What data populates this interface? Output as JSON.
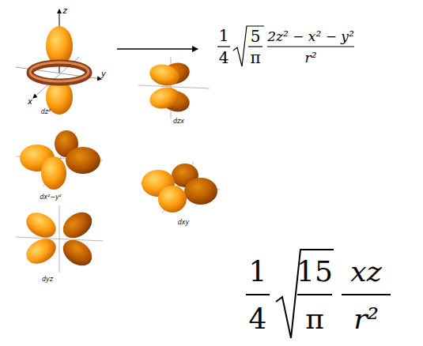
{
  "diagram": {
    "labels": [
      "z",
      "y",
      "x",
      "dz²",
      "dx²−y²",
      "dyz",
      "dzx",
      "dxy",
      "1",
      "4",
      "5",
      "π",
      "2z² − x² − y²",
      "r²",
      "1",
      "4",
      "15",
      "π",
      "xz",
      "r²"
    ]
  }
}
